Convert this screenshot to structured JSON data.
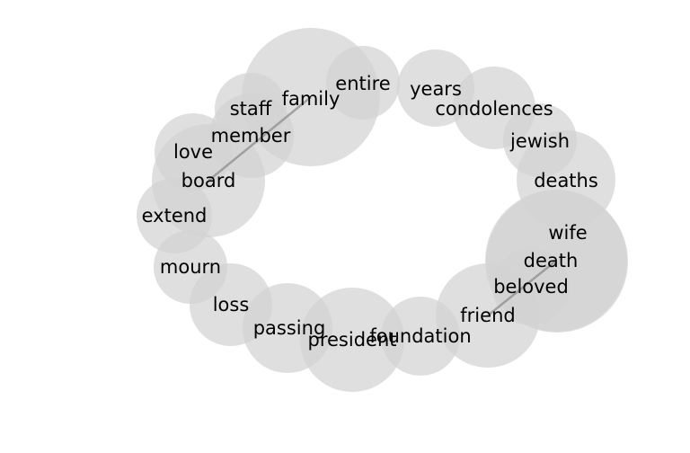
{
  "diagram": {
    "type": "word-bubble-network",
    "bubble_color": "#d3d3d3",
    "edge_color": "#888888",
    "label_color": "#000000",
    "words": [
      "family",
      "entire",
      "years",
      "condolences",
      "jewish",
      "deaths",
      "wife",
      "death",
      "beloved",
      "friend",
      "foundation",
      "president",
      "passing",
      "loss",
      "mourn",
      "extend",
      "board",
      "love",
      "member",
      "staff"
    ],
    "edges": [
      [
        "board",
        "family"
      ],
      [
        "friend",
        "wife"
      ]
    ]
  }
}
